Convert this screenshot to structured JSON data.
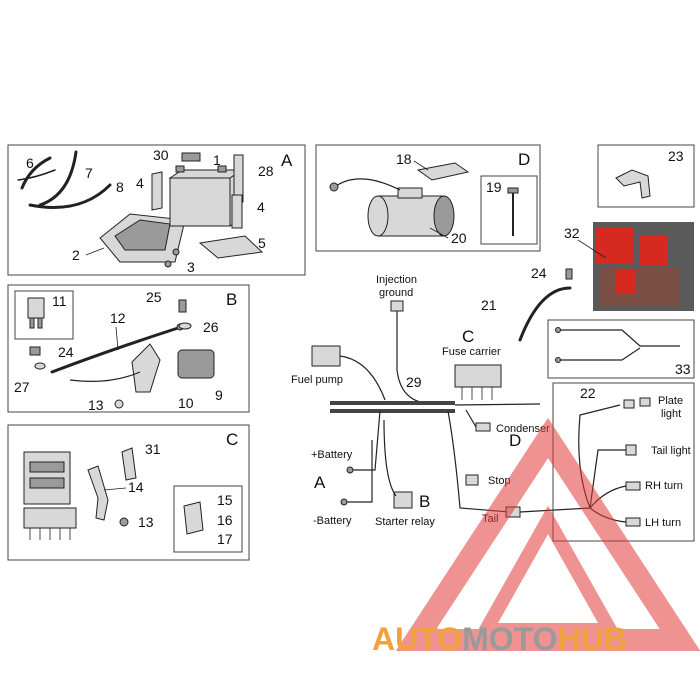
{
  "panels": {
    "A": {
      "letter": "A",
      "numbers": [
        "1",
        "2",
        "3",
        "4",
        "4",
        "5",
        "6",
        "7",
        "8",
        "28",
        "30"
      ]
    },
    "B": {
      "letter": "B",
      "numbers": [
        "9",
        "10",
        "11",
        "12",
        "13",
        "24",
        "25",
        "26",
        "27"
      ]
    },
    "C": {
      "letter": "C",
      "numbers": [
        "13",
        "14",
        "15",
        "16",
        "17",
        "31"
      ]
    },
    "D": {
      "letter": "D",
      "numbers": [
        "18",
        "19",
        "20"
      ]
    },
    "top_right": {
      "numbers": [
        "23"
      ]
    },
    "inset_33": {
      "number": "33"
    }
  },
  "loose_numbers": {
    "n21": "21",
    "n22": "22",
    "n24": "24",
    "n29": "29",
    "n32": "32"
  },
  "harness_labels": {
    "injection_ground_1": "Injection",
    "injection_ground_2": "ground",
    "fuse_carrier": "Fuse carrier",
    "fuel_pump": "Fuel pump",
    "condenser": "Condenser",
    "plus_battery": "+Battery",
    "minus_battery": "-Battery",
    "starter_relay": "Starter relay",
    "stop": "Stop",
    "tail": "Tail",
    "plate_light_1": "Plate",
    "plate_light_2": "light",
    "tail_light": "Tail light",
    "rh_turn": "RH turn",
    "lh_turn": "LH turn",
    "conn_A": "A",
    "conn_B": "B",
    "conn_C": "C",
    "conn_D": "D"
  },
  "watermark": {
    "part1": "AUTO",
    "part2": "MOTO",
    "part3": "HUB"
  },
  "colors": {
    "watermark_red": "#e23a3a",
    "watermark_orange": "#f0a23c",
    "watermark_gray": "#9a9a9a",
    "photo_red": "#d62a20"
  }
}
